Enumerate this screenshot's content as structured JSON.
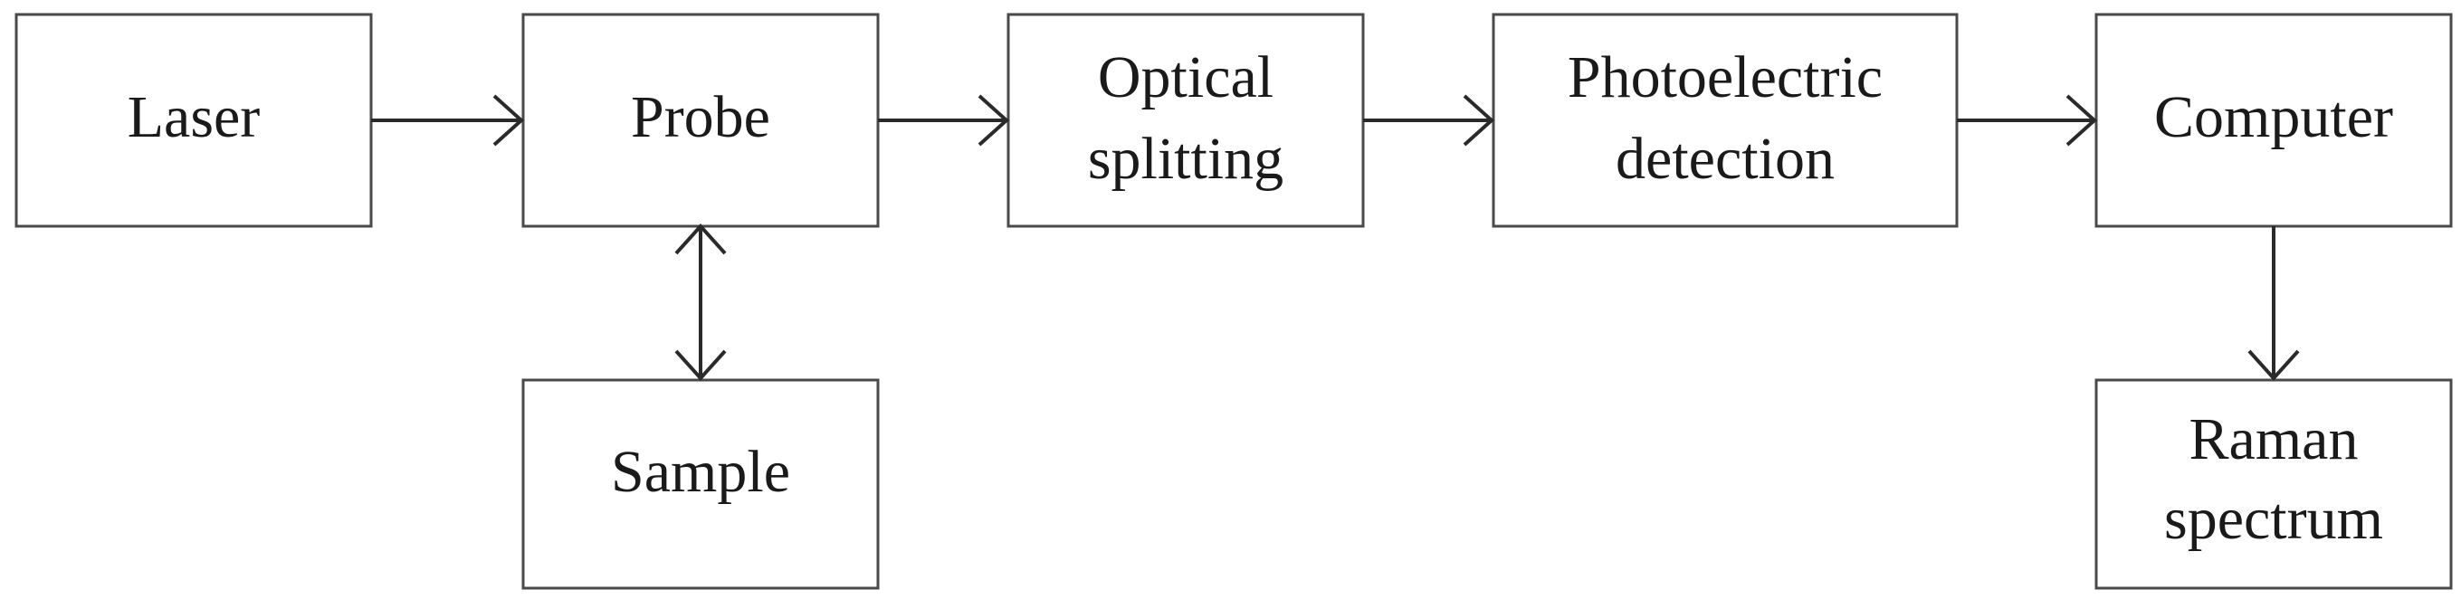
{
  "diagram": {
    "nodes": {
      "laser": {
        "label": "Laser"
      },
      "probe": {
        "label": "Probe"
      },
      "optical_splitting": {
        "line1": "Optical",
        "line2": "splitting"
      },
      "photoelectric_detection": {
        "line1": "Photoelectric",
        "line2": "detection"
      },
      "computer": {
        "label": "Computer"
      },
      "sample": {
        "label": "Sample"
      },
      "raman_spectrum": {
        "line1": "Raman",
        "line2": "spectrum"
      }
    },
    "edges": [
      {
        "from": "Laser",
        "to": "Probe",
        "direction": "forward"
      },
      {
        "from": "Probe",
        "to": "Optical splitting",
        "direction": "forward"
      },
      {
        "from": "Optical splitting",
        "to": "Photoelectric detection",
        "direction": "forward"
      },
      {
        "from": "Photoelectric detection",
        "to": "Computer",
        "direction": "forward"
      },
      {
        "from": "Probe",
        "to": "Sample",
        "direction": "bidirectional"
      },
      {
        "from": "Computer",
        "to": "Raman spectrum",
        "direction": "forward"
      }
    ]
  }
}
